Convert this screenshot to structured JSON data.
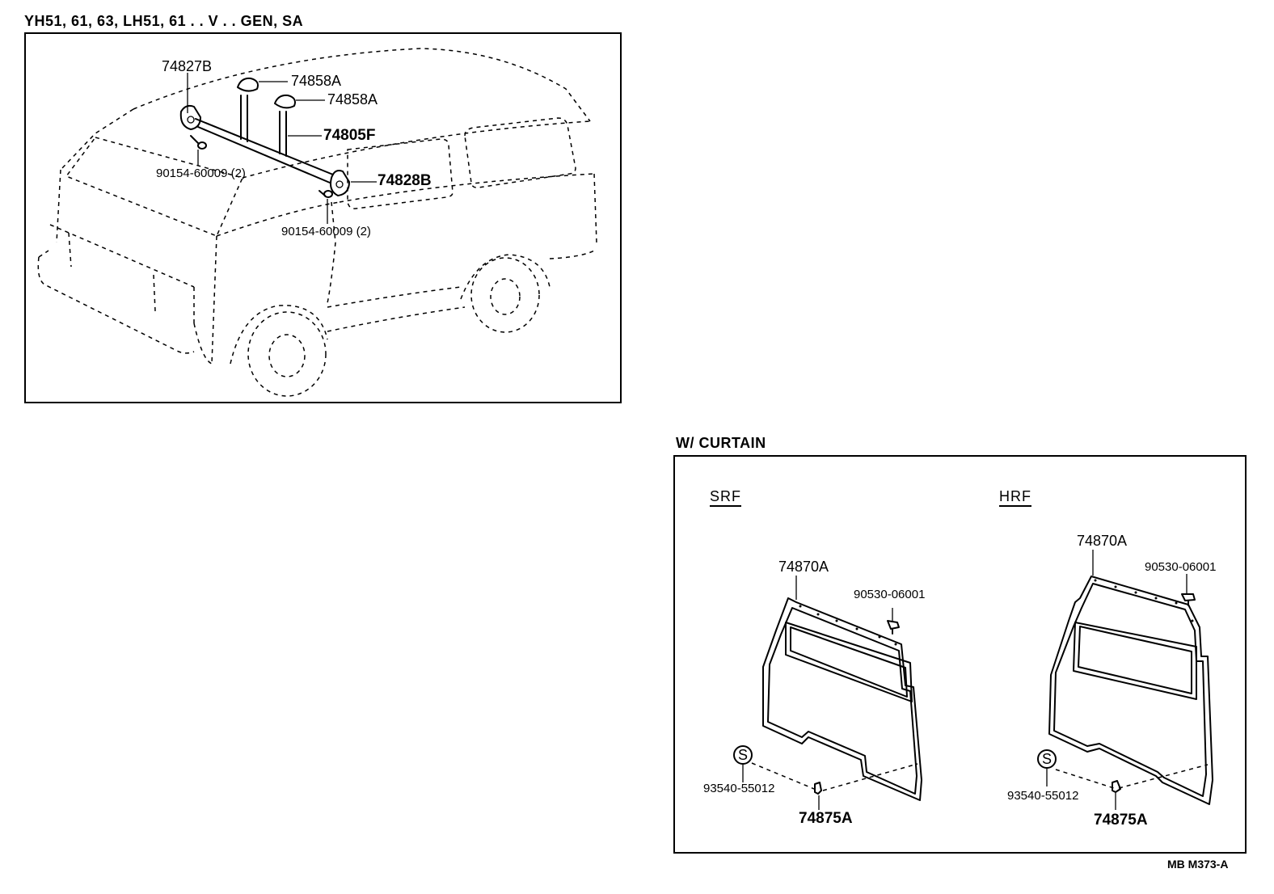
{
  "top_caption": "YH51, 61, 63, LH51, 61 . . V . . GEN, SA",
  "van_parts": {
    "p74827B": "74827B",
    "p74858A_1": "74858A",
    "p74858A_2": "74858A",
    "p74805F": "74805F",
    "p74828B": "74828B",
    "screw_1": "90154-60009 (2)",
    "screw_2": "90154-60009 (2)"
  },
  "curtain_caption": "W/ CURTAIN",
  "srf": {
    "title": "SRF",
    "curtain": "74870A",
    "clip": "90530-06001",
    "symbol": "S",
    "fastener": "93540-55012",
    "bracket": "74875A"
  },
  "hrf": {
    "title": "HRF",
    "curtain": "74870A",
    "clip": "90530-06001",
    "symbol": "S",
    "fastener": "93540-55012",
    "bracket": "74875A"
  },
  "ref_code": "MB  M373-A"
}
